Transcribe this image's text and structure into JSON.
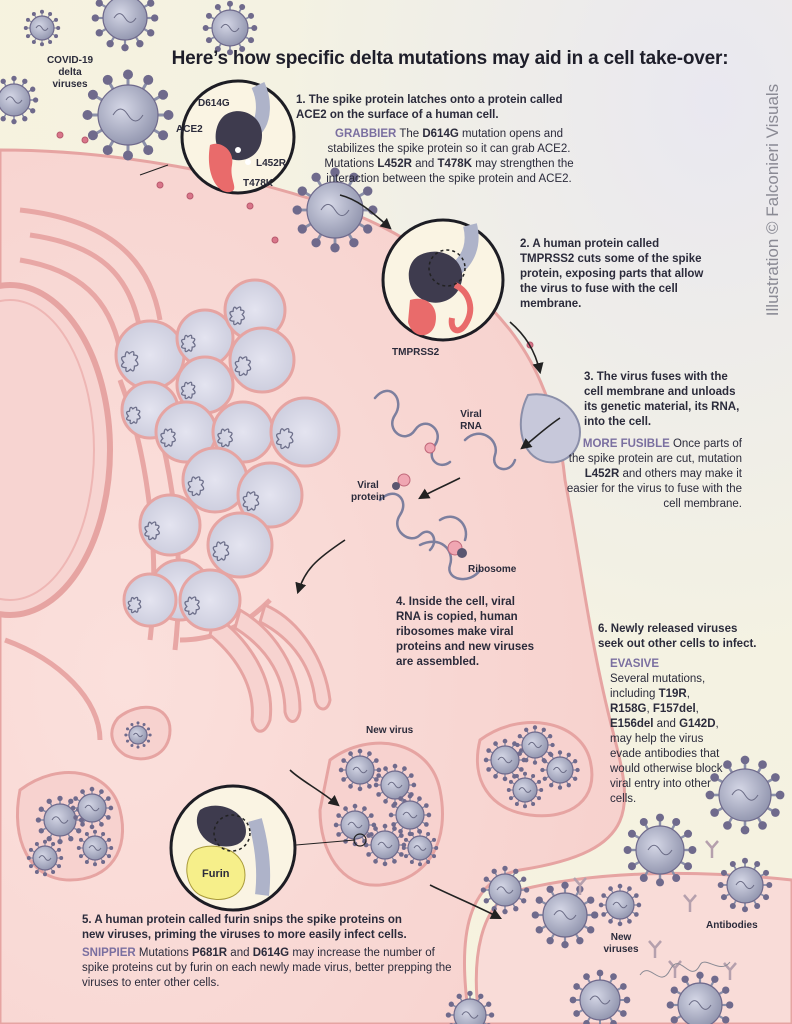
{
  "title": "Here’s how specific delta mutations may aid in a cell take-over:",
  "credit": "Illustration © Falconieri Visuals",
  "labels": {
    "covid_viruses": "COVID-19 delta viruses",
    "d614g": "D614G",
    "ace2": "ACE2",
    "l452r": "L452R",
    "t478k": "T478K",
    "tmprss2": "TMPRSS2",
    "viral_rna": "Viral RNA",
    "viral_protein": "Viral protein",
    "ribosome": "Ribosome",
    "new_virus": "New virus",
    "furin": "Furin",
    "new_viruses": "New viruses",
    "antibodies": "Antibodies"
  },
  "steps": {
    "s1": "1. The spike protein latches onto a protein called ACE2 on the surface of a human cell.",
    "s1_note": {
      "tag": "GRABBIER",
      "t1": " The ",
      "b1": "D614G",
      "t2": " mutation opens and stabilizes the spike protein so it can grab ACE2. Mutations ",
      "b2": "L452R",
      "t3": " and ",
      "b3": "T478K",
      "t4": " may strengthen the interaction between the spike protein and ACE2."
    },
    "s2": "2. A human protein called TMPRSS2 cuts some of the spike protein, exposing parts that allow the virus to fuse with the cell membrane.",
    "s3": "3. The virus fuses with the cell membrane and unloads its genetic material, its RNA, into the cell.",
    "s3_note": {
      "tag": "MORE FUSIBLE",
      "t1": " Once parts of the spike protein are cut, mutation ",
      "b1": "L452R",
      "t2": " and others may make it easier for the virus to fuse with the cell membrane."
    },
    "s4": "4. Inside the cell, viral RNA is copied, human ribosomes make viral proteins and new viruses are assembled.",
    "s5": "5. A human protein called furin snips the spike proteins on new viruses, priming the viruses to more easily infect cells.",
    "s5_note": {
      "tag": "SNIPPIER",
      "t1": " Mutations ",
      "b1": "P681R",
      "t2": " and ",
      "b2": "D614G",
      "t3": " may increase the number of spike proteins cut by furin on each newly made virus, better prepping the viruses to enter other cells."
    },
    "s6": "6. Newly released viruses seek out other cells to infect.",
    "s6_note": {
      "tag": "EVASIVE",
      "t1": "Several mutations, including ",
      "b1": "T19R",
      "t2": ", ",
      "b2": "R158G",
      "t3": ", ",
      "b3": "F157del",
      "t4": ", ",
      "b4": "E156del",
      "t5": " and ",
      "b5": "G142D",
      "t6": ", may help the virus evade antibodies that would otherwise block viral entry into other cells."
    }
  },
  "colors": {
    "background": "#f3f1e4",
    "cell": "#f9d9d6",
    "membrane": "#e9a8a6",
    "virus": "#8f93ad",
    "spike": "#6f6a8c",
    "furin": "#f6ef8a",
    "accent": "#7a6fa0"
  }
}
